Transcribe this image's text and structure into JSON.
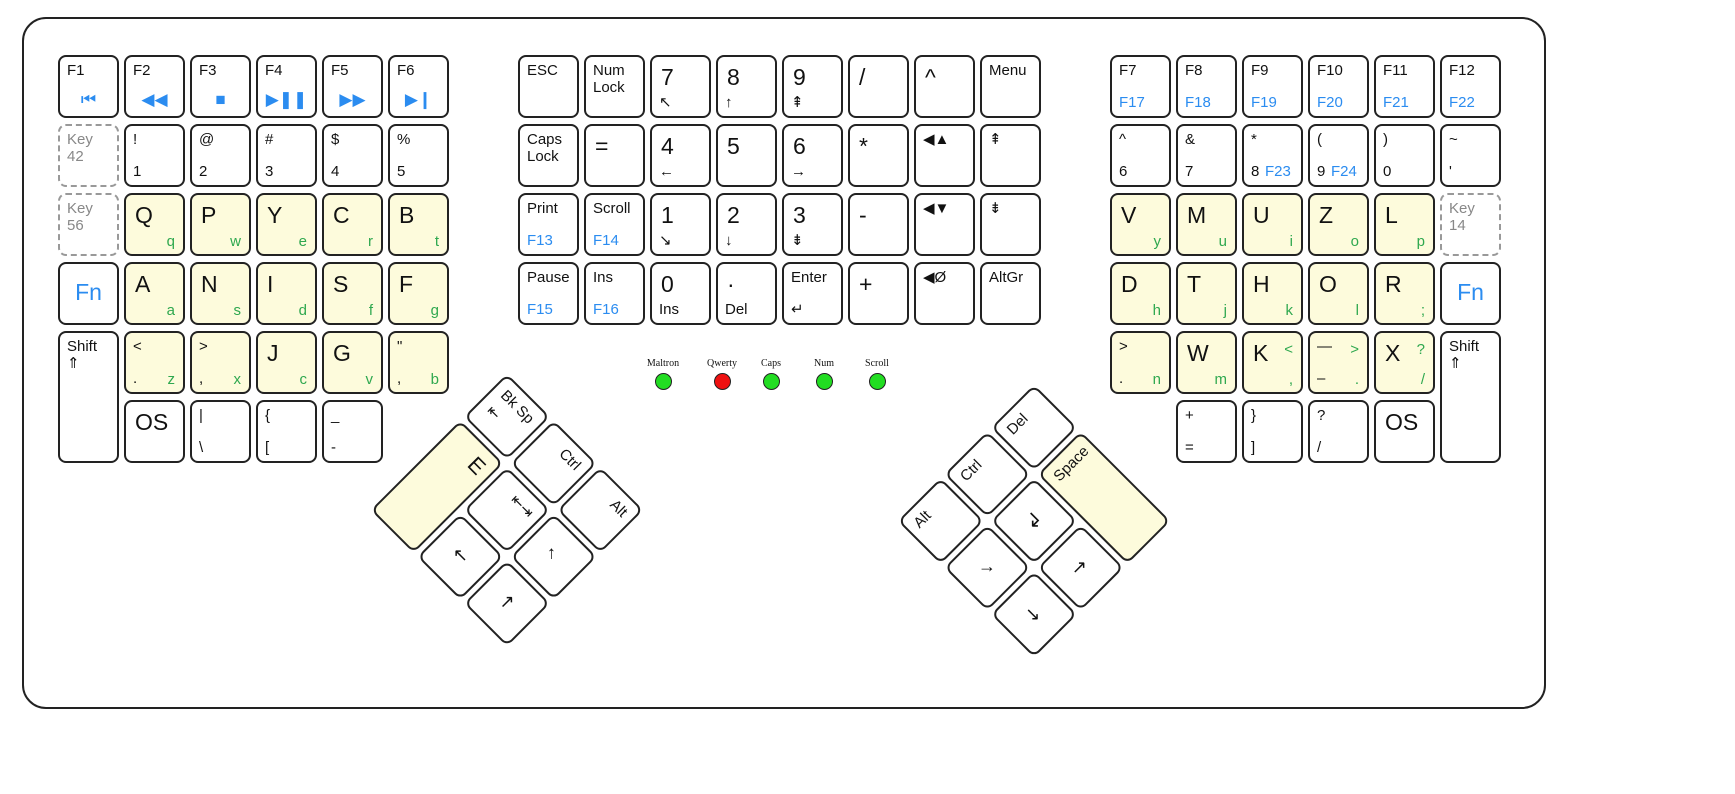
{
  "left": {
    "rows": [
      [
        {
          "t": "F1",
          "m": "⏮"
        },
        {
          "t": "F2",
          "m": "◀◀"
        },
        {
          "t": "F3",
          "m": "■"
        },
        {
          "t": "F4",
          "m": "▶❚❚"
        },
        {
          "t": "F5",
          "m": "▶▶"
        },
        {
          "t": "F6",
          "m": "▶❙"
        }
      ],
      [
        {
          "t": "Key\n42",
          "s": "d"
        },
        {
          "t": "!",
          "b": "1"
        },
        {
          "t": "@",
          "b": "2"
        },
        {
          "t": "#",
          "b": "3"
        },
        {
          "t": "$",
          "b": "4"
        },
        {
          "t": "%",
          "b": "5"
        }
      ],
      [
        {
          "t": "Key\n56",
          "s": "d"
        },
        {
          "big": "Q",
          "r": "q",
          "s": "y"
        },
        {
          "big": "P",
          "r": "w",
          "s": "y"
        },
        {
          "big": "Y",
          "r": "e",
          "s": "y"
        },
        {
          "big": "C",
          "r": "r",
          "s": "y"
        },
        {
          "big": "B",
          "r": "t",
          "s": "y"
        }
      ],
      [
        {
          "fn": "Fn"
        },
        {
          "big": "A",
          "r": "a",
          "s": "y"
        },
        {
          "big": "N",
          "r": "s",
          "s": "y"
        },
        {
          "big": "I",
          "r": "d",
          "s": "y"
        },
        {
          "big": "S",
          "r": "f",
          "s": "y"
        },
        {
          "big": "F",
          "r": "g",
          "s": "y"
        }
      ],
      [
        {
          "t": "Shift\n⇑",
          "s": "tall"
        },
        {
          "t": "<",
          "b": ".",
          "r": "z",
          "s": "y"
        },
        {
          "t": ">",
          "b": ",",
          "r": "x",
          "s": "y"
        },
        {
          "big": "J",
          "r": "c",
          "s": "y"
        },
        {
          "big": "G",
          "r": "v",
          "s": "y"
        },
        {
          "t": "\"",
          "b": ",",
          "r": "b",
          "s": "y"
        }
      ],
      [
        null,
        {
          "big": "OS"
        },
        {
          "t": "|",
          "b": "\\"
        },
        {
          "t": "{",
          "b": "["
        },
        {
          "t": "_",
          "b": "-"
        }
      ]
    ]
  },
  "center": {
    "rows": [
      [
        {
          "t": "ESC"
        },
        {
          "t": "Num\nLock"
        },
        {
          "big": "7",
          "b": "↖"
        },
        {
          "big": "8",
          "b": "↑"
        },
        {
          "big": "9",
          "b": "⇞"
        },
        {
          "big": "/"
        },
        {
          "big": "^"
        },
        {
          "t": "Menu"
        }
      ],
      [
        {
          "t": "Caps\nLock"
        },
        {
          "big": "="
        },
        {
          "big": "4",
          "b": "←"
        },
        {
          "big": "5"
        },
        {
          "big": "6",
          "b": "→"
        },
        {
          "big": "*"
        },
        {
          "t": "◀▲"
        },
        {
          "t": "⇞"
        }
      ],
      [
        {
          "t": "Print",
          "bb": "F13"
        },
        {
          "t": "Scroll",
          "bb": "F14"
        },
        {
          "big": "1",
          "b": "↘"
        },
        {
          "big": "2",
          "b": "↓"
        },
        {
          "big": "3",
          "b": "⇟"
        },
        {
          "big": "-"
        },
        {
          "t": "◀▼"
        },
        {
          "t": "⇟"
        }
      ],
      [
        {
          "t": "Pause",
          "bb": "F15"
        },
        {
          "t": "Ins",
          "bb": "F16"
        },
        {
          "big": "0",
          "b": "Ins"
        },
        {
          "big": "·",
          "b": "Del"
        },
        {
          "t": "Enter",
          "b": "↵"
        },
        {
          "big": "+"
        },
        {
          "t": "◀Ø"
        },
        {
          "t": "AltGr"
        }
      ]
    ]
  },
  "right": {
    "rows": [
      [
        {
          "t": "F7",
          "bb": "F17"
        },
        {
          "t": "F8",
          "bb": "F18"
        },
        {
          "t": "F9",
          "bb": "F19"
        },
        {
          "t": "F10",
          "bb": "F20"
        },
        {
          "t": "F11",
          "bb": "F21"
        },
        {
          "t": "F12",
          "bb": "F22"
        }
      ],
      [
        {
          "t": "^",
          "b": "6"
        },
        {
          "t": "&",
          "b": "7"
        },
        {
          "t": "*",
          "b": "8",
          "rb": "F23"
        },
        {
          "t": "(",
          "b": "9",
          "rb": "F24"
        },
        {
          "t": ")",
          "b": "0"
        },
        {
          "t": "~",
          "b": "'"
        }
      ],
      [
        {
          "big": "V",
          "r": "y",
          "s": "y"
        },
        {
          "big": "M",
          "r": "u",
          "s": "y"
        },
        {
          "big": "U",
          "r": "i",
          "s": "y"
        },
        {
          "big": "Z",
          "r": "o",
          "s": "y"
        },
        {
          "big": "L",
          "r": "p",
          "s": "y"
        },
        {
          "t": "Key\n14",
          "s": "d"
        }
      ],
      [
        {
          "big": "D",
          "r": "h",
          "s": "y"
        },
        {
          "big": "T",
          "r": "j",
          "s": "y"
        },
        {
          "big": "H",
          "r": "k",
          "s": "y"
        },
        {
          "big": "O",
          "r": "l",
          "s": "y"
        },
        {
          "big": "R",
          "r": ";",
          "s": "y"
        },
        {
          "fn": "Fn"
        }
      ],
      [
        {
          "t": ">",
          "b": ".",
          "r": "n",
          "s": "y"
        },
        {
          "big": "W",
          "r": "m",
          "s": "y"
        },
        {
          "big": "K",
          "gr": "<",
          "r": ",",
          "s": "y"
        },
        {
          "t": "—",
          "gr": ">",
          "b": "–",
          "r": ".",
          "s": "y"
        },
        {
          "big": "X",
          "gr": "?",
          "r": "/",
          "s": "y"
        },
        {
          "t": "Shift\n⇑",
          "s": "tall"
        }
      ],
      [
        null,
        {
          "t": "+",
          "b": "="
        },
        {
          "t": "}",
          "b": "]"
        },
        {
          "t": "?",
          "b": "/"
        },
        {
          "big": "OS"
        },
        null
      ]
    ]
  },
  "thumb_left": [
    {
      "label": "Bk Sp",
      "sub": "⇤",
      "pos": [
        0,
        0
      ]
    },
    {
      "label": "Ctrl",
      "pos": [
        1,
        0
      ]
    },
    {
      "label": "Alt",
      "pos": [
        2,
        0
      ]
    },
    {
      "label": "E",
      "pos": [
        0,
        1
      ],
      "tall": true,
      "s": "y"
    },
    {
      "label": "⇤⇥",
      "pos": [
        1,
        1
      ]
    },
    {
      "arrow": "↑",
      "pos": [
        2,
        1
      ]
    },
    {
      "arrow": "↖",
      "pos": [
        1,
        2
      ]
    },
    {
      "arrow": "↗",
      "pos": [
        2,
        2
      ]
    }
  ],
  "thumb_right": [
    {
      "label": "Alt",
      "pos": [
        0,
        0
      ]
    },
    {
      "label": "Ctrl",
      "pos": [
        1,
        0
      ]
    },
    {
      "label": "Del",
      "pos": [
        2,
        0
      ]
    },
    {
      "arrow": "→",
      "pos": [
        0,
        1
      ]
    },
    {
      "label": "↲",
      "pos": [
        1,
        1
      ]
    },
    {
      "label": "Space",
      "pos": [
        2,
        1
      ],
      "tall": true,
      "s": "y"
    },
    {
      "arrow": "↘",
      "pos": [
        0,
        2
      ]
    },
    {
      "arrow": "↗",
      "pos": [
        1,
        2
      ]
    }
  ],
  "leds": [
    {
      "label": "Maltron",
      "color": "#22dd22"
    },
    {
      "label": "Qwerty",
      "color": "#ee1111"
    },
    {
      "label": "Caps",
      "color": "#22dd22"
    },
    {
      "label": "Num",
      "color": "#22dd22"
    },
    {
      "label": "Scroll",
      "color": "#22dd22"
    }
  ]
}
